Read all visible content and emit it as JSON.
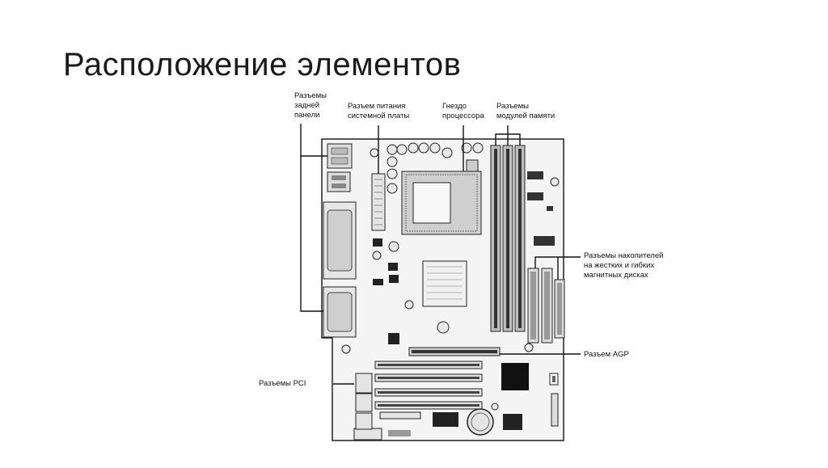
{
  "title": "Расположение элементов",
  "labels": {
    "rear_panel": [
      "Разъемы",
      "задней",
      "панели"
    ],
    "power": [
      "Разъем питания",
      "системной платы"
    ],
    "cpu": [
      "Гнездо",
      "процессора"
    ],
    "memory": [
      "Разъемы",
      "модулей памяти"
    ],
    "drives": [
      "Разъемы накопителей",
      "на жестких и гибких",
      "магнитных дисках"
    ],
    "agp": "Разъем AGP",
    "pci": "Разъемы PCI"
  }
}
